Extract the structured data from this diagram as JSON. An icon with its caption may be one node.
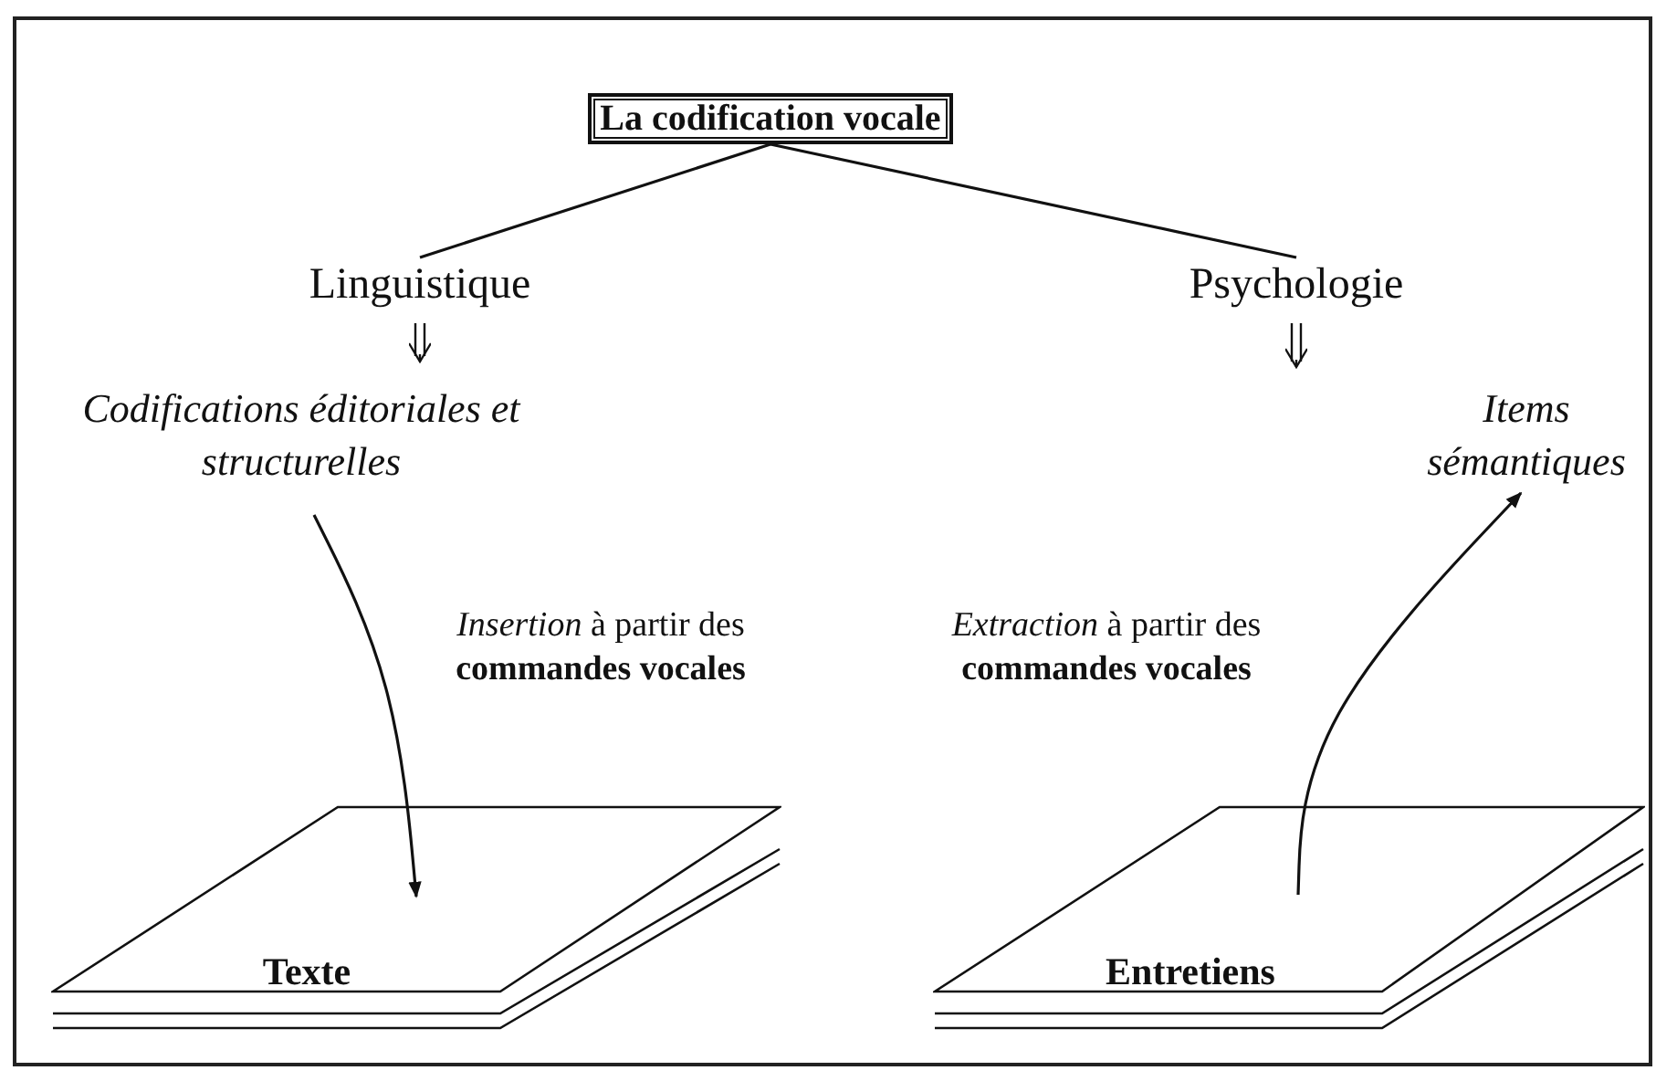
{
  "diagram": {
    "nodes": [
      {
        "text": [
          "La codification vocale"
        ]
      },
      {
        "text": [
          "Linguistique"
        ]
      },
      {
        "text": [
          "Psychologie"
        ]
      },
      {
        "text": [
          "Codifications éditoriales et structurelles"
        ]
      },
      {
        "text": [
          "Items sémantiques"
        ]
      },
      {
        "text": [
          "Texte"
        ]
      },
      {
        "text": [
          "Entretiens"
        ]
      }
    ],
    "edges": [
      {
        "from": 0,
        "to": 1,
        "arrow": "none"
      },
      {
        "from": 0,
        "to": 2,
        "arrow": "none"
      },
      {
        "from": 1,
        "to": 3,
        "arrow": "to"
      },
      {
        "from": 2,
        "to": null,
        "arrow": "to"
      },
      {
        "from": 3,
        "to": 5,
        "arrow": "to",
        "label": "*Insertion* à partir des **commandes vocales**"
      },
      {
        "from": 6,
        "to": 4,
        "arrow": "to",
        "label": "*Extraction* à partir des **commandes vocales**"
      }
    ]
  }
}
